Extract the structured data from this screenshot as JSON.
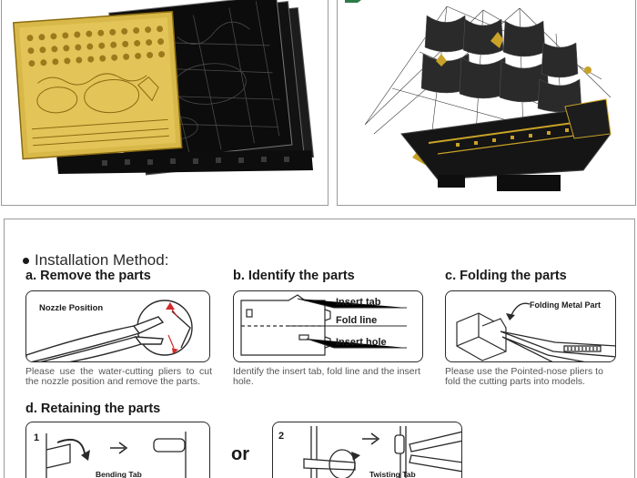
{
  "installation": {
    "title": "Installation Method:",
    "steps": [
      {
        "title": "a. Remove the parts",
        "callout": "Nozzle Position",
        "description": "Please use the water-cutting pliers to cut the nozzle position and remove the parts."
      },
      {
        "title": "b. Identify the parts",
        "labels": [
          "Insert tab",
          "Fold line",
          "Insert hole"
        ],
        "description": "Identify the insert tab, fold line and the insert hole."
      },
      {
        "title": "c. Folding the parts",
        "callout": "Folding Metal Part",
        "description": "Please use the Pointed-nose pliers to fold the cutting parts into models."
      },
      {
        "title": "d. Retaining the parts",
        "options": [
          {
            "number": "1",
            "label": "Bending Tab"
          },
          {
            "number": "2",
            "label": "Twisting Tab"
          }
        ],
        "separator": "or"
      }
    ]
  },
  "colors": {
    "gold": "#c9a227",
    "black_metal": "#151515",
    "cut_marker": "#d42a2a",
    "border": "#9a9a9a"
  }
}
